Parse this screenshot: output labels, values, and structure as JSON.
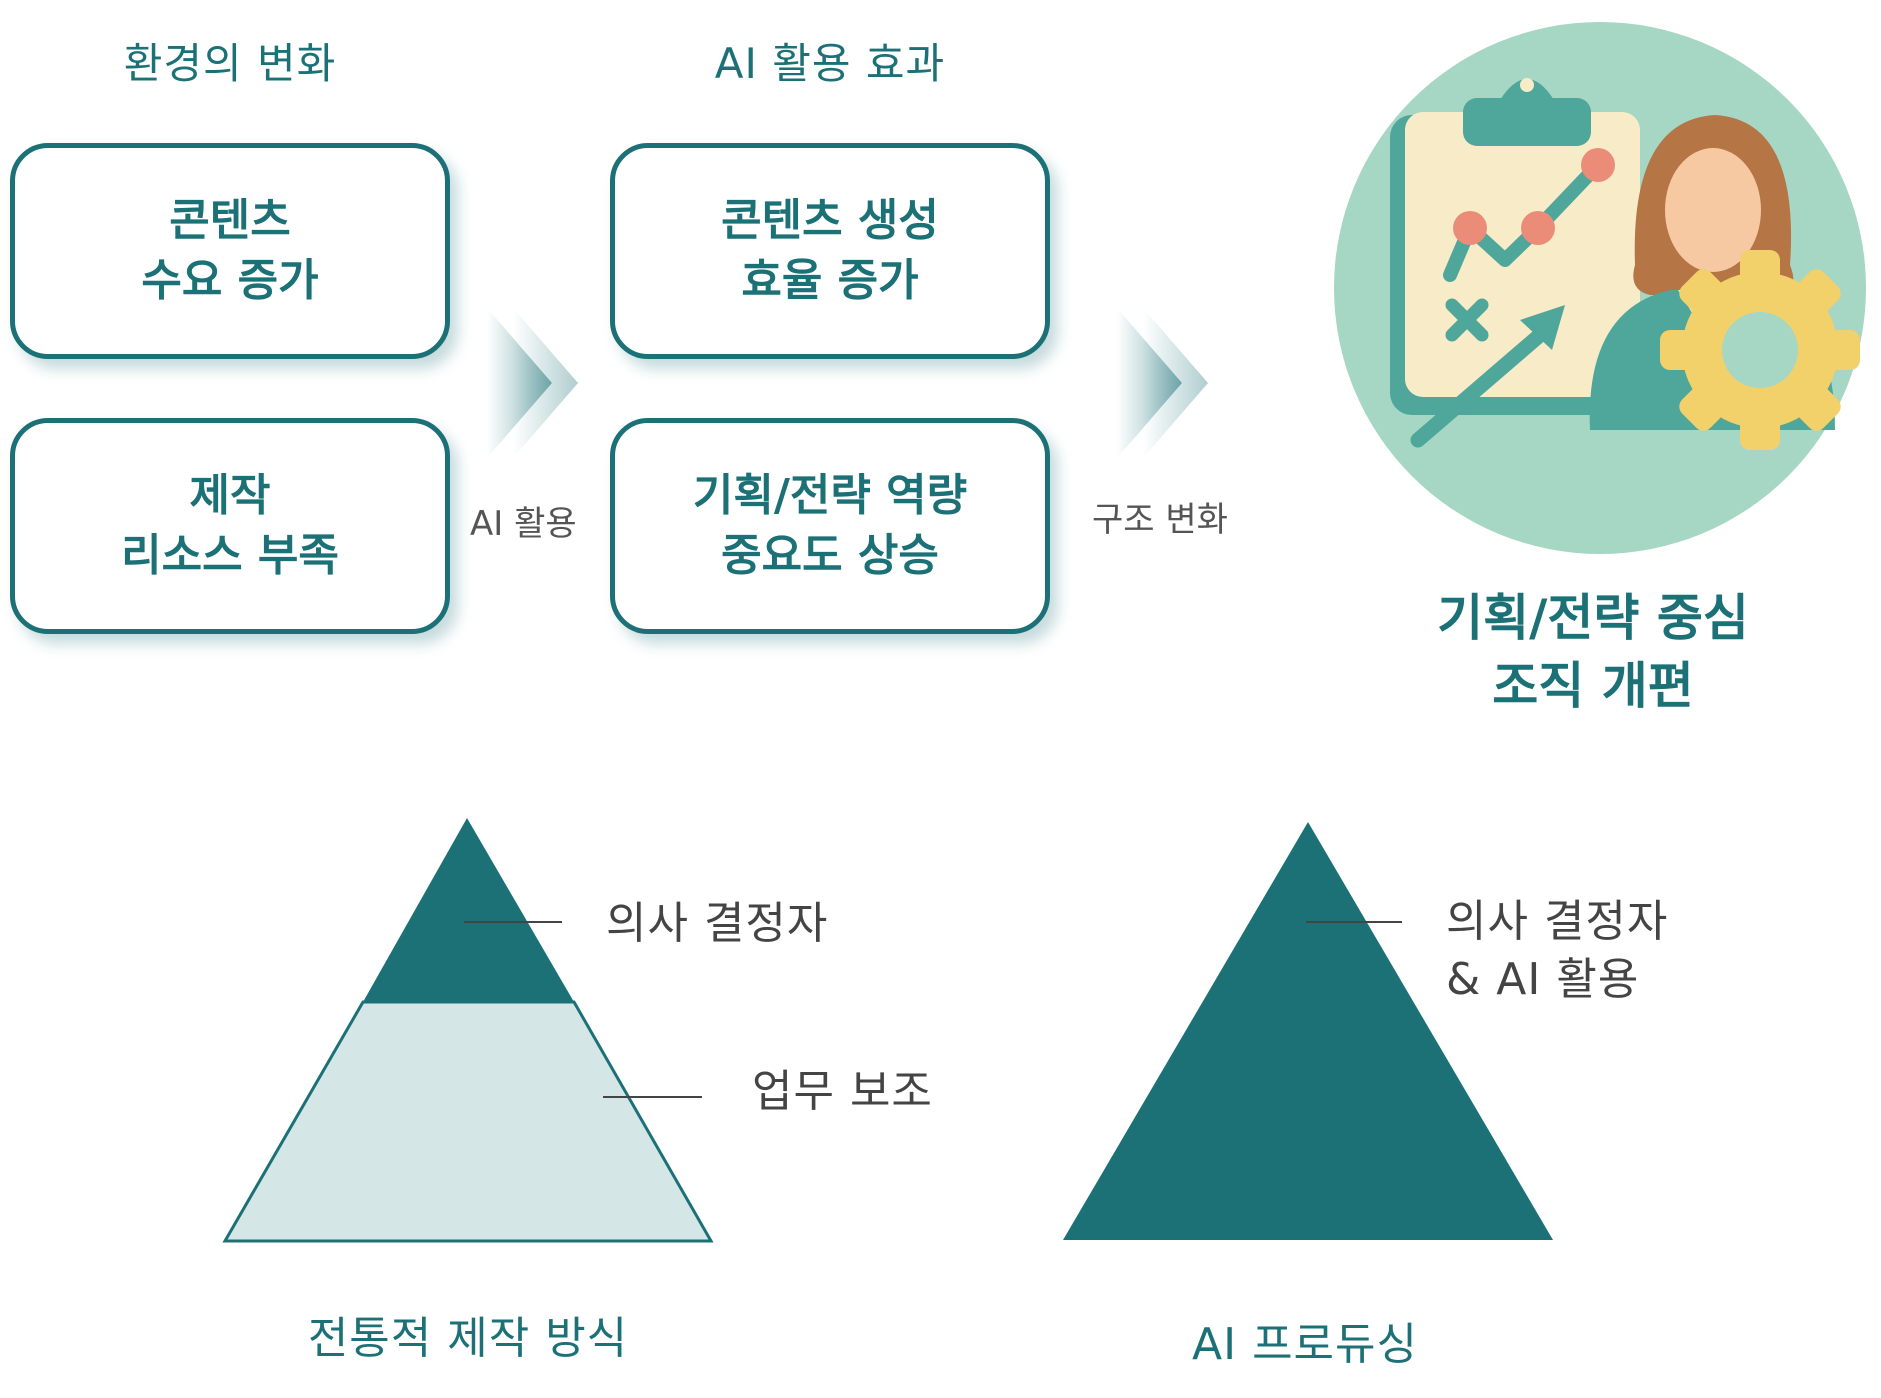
{
  "colors": {
    "teal": "#1c7177",
    "pyramid_light": "#d5e6e7",
    "label_gray": "#444444",
    "flow_gray": "#555555",
    "illustration_bg": "#a6d6c4"
  },
  "top_flow": {
    "column_1": {
      "title": "환경의 변화",
      "boxes": [
        {
          "lines": [
            "콘텐츠",
            "수요 증가"
          ]
        },
        {
          "lines": [
            "제작",
            "리소스 부족"
          ]
        }
      ]
    },
    "arrow_1": {
      "label": "AI 활용",
      "icon": "double-chevron-right-icon"
    },
    "column_2": {
      "title": "AI 활용 효과",
      "boxes": [
        {
          "lines": [
            "콘텐츠 생성",
            "효율 증가"
          ]
        },
        {
          "lines": [
            "기획/전략 역량",
            "중요도 상승"
          ]
        }
      ]
    },
    "arrow_2": {
      "label": "구조 변화",
      "icon": "double-chevron-right-icon"
    },
    "result": {
      "illustration": "planner-woman-clipboard-gear-illustration",
      "lines": [
        "기획/전략 중심",
        "조직 개편"
      ]
    }
  },
  "pyramids": [
    {
      "caption": "전통적 제작 방식",
      "layers": [
        {
          "label": "의사 결정자",
          "role": "top"
        },
        {
          "label": "업무 보조",
          "role": "bottom"
        }
      ]
    },
    {
      "caption": "AI 프로듀싱",
      "layers": [
        {
          "label_lines": [
            "의사 결정자",
            "& AI 활용"
          ],
          "role": "whole"
        }
      ]
    }
  ]
}
